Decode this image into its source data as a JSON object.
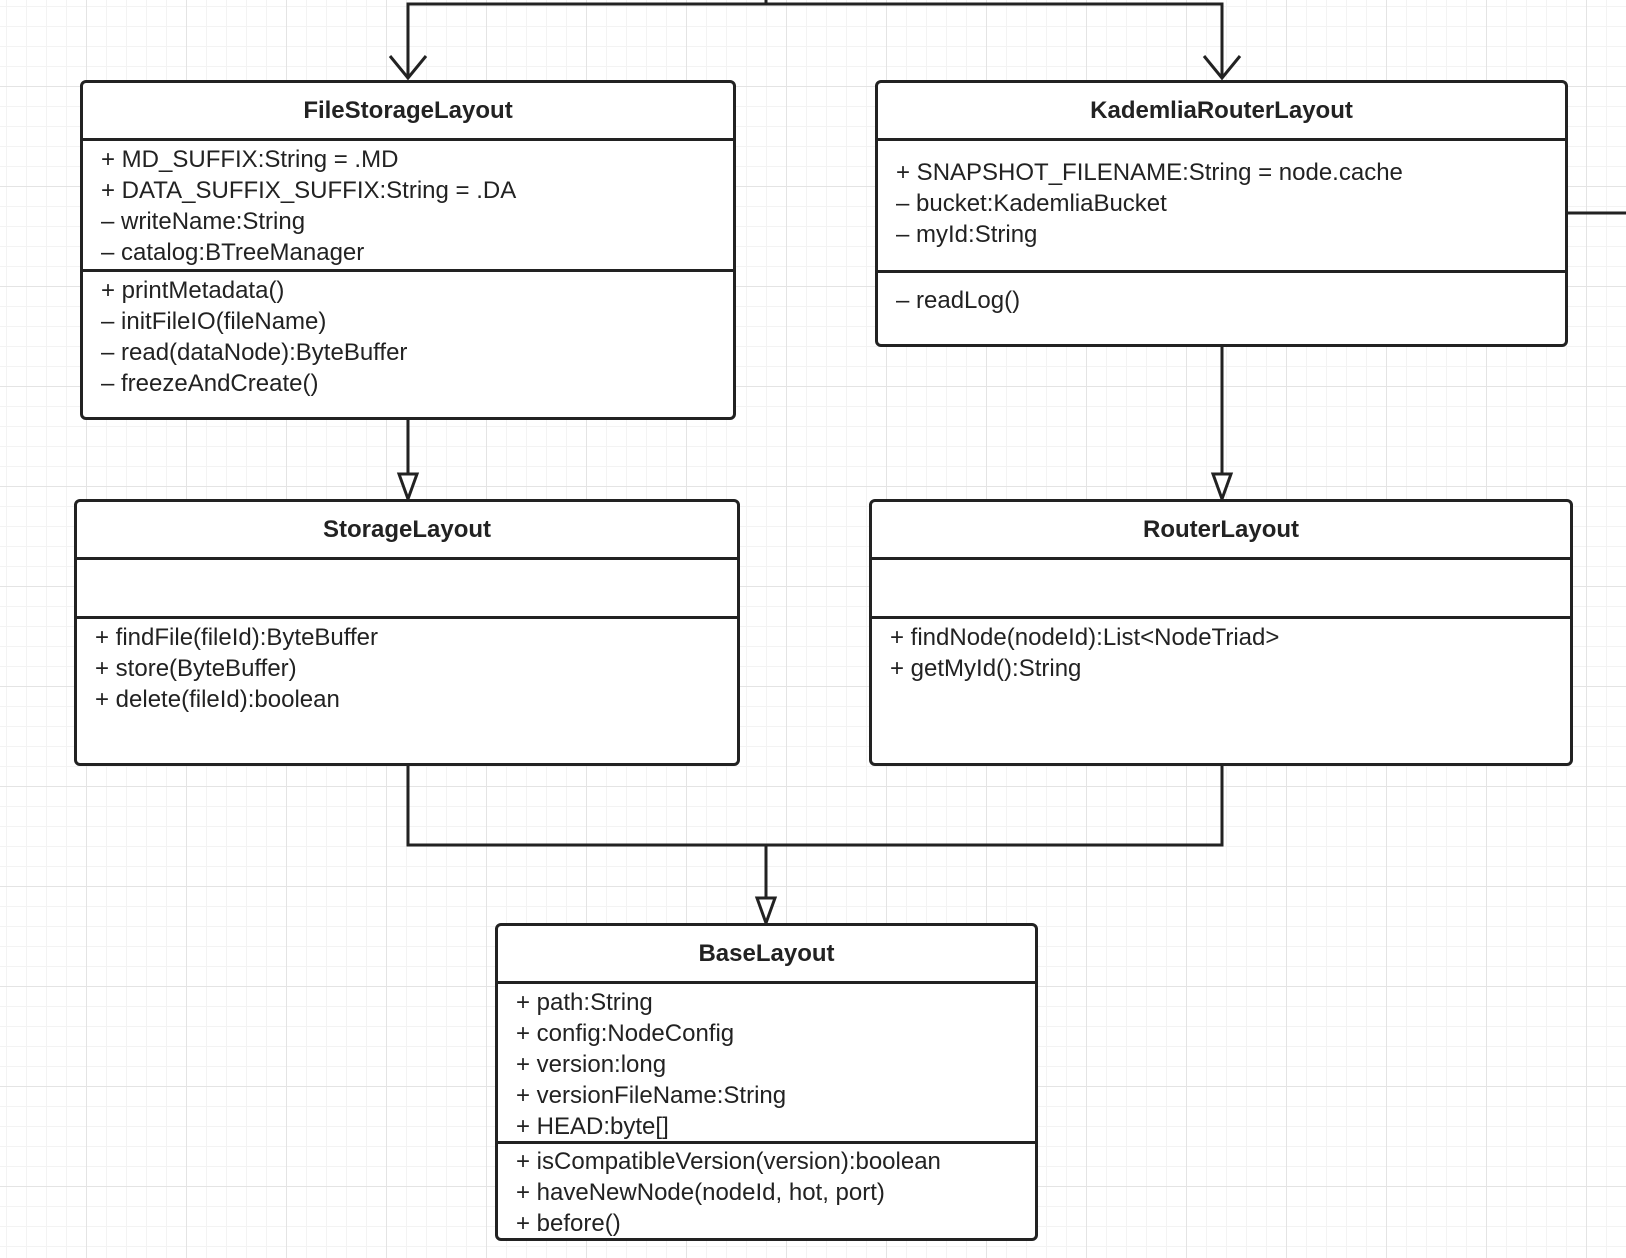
{
  "colors": {
    "stroke": "#222222",
    "background": "#ffffff",
    "grid": "#e4e4e4"
  },
  "classes": {
    "file_storage_layout": {
      "name": "FileStorageLayout",
      "attributes": [
        "+ MD_SUFFIX:String = .MD",
        "+ DATA_SUFFIX_SUFFIX:String = .DA",
        "– writeName:String",
        "– catalog:BTreeManager"
      ],
      "methods": [
        "+ printMetadata()",
        "– initFileIO(fileName)",
        "– read(dataNode):ByteBuffer",
        "– freezeAndCreate()"
      ]
    },
    "kademlia_router_layout": {
      "name": "KademliaRouterLayout",
      "attributes": [
        "+ SNAPSHOT_FILENAME:String = node.cache",
        "– bucket:KademliaBucket",
        "– myId:String"
      ],
      "methods": [
        "– readLog()"
      ]
    },
    "storage_layout": {
      "name": "StorageLayout",
      "attributes": [],
      "methods": [
        "+ findFile(fileId):ByteBuffer",
        "+ store(ByteBuffer)",
        "+ delete(fileId):boolean"
      ]
    },
    "router_layout": {
      "name": "RouterLayout",
      "attributes": [],
      "methods": [
        "+ findNode(nodeId):List<NodeTriad>",
        "+ getMyId():String"
      ]
    },
    "base_layout": {
      "name": "BaseLayout",
      "attributes": [
        "+ path:String",
        "+ config:NodeConfig",
        "+ version:long",
        "+ versionFileName:String",
        "+ HEAD:byte[]"
      ],
      "methods": [
        "+ isCompatibleVersion(version):boolean",
        "+ haveNewNode(nodeId, hot, port)",
        "+ before()"
      ]
    }
  }
}
